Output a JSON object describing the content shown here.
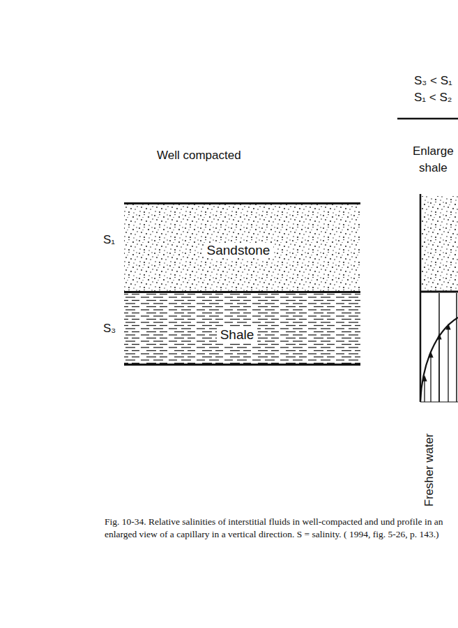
{
  "diagram": {
    "caption": "Fig. 10-34. Relative salinities of interstitial fluids in well-compacted and und profile in an enlarged view of a capillary in a vertical direction. S = salinity. ( 1994, fig. 5-26, p. 143.)",
    "nodes": [
      {
        "text": [
          "Sandstone"
        ]
      },
      {
        "text": [
          "Shale"
        ]
      }
    ],
    "labels": [
      "S₃ < S₁",
      "S₁ < S₂",
      "Well compacted",
      "S₁",
      "S₃",
      "Enlarge",
      "shale",
      "Fresher water"
    ]
  }
}
